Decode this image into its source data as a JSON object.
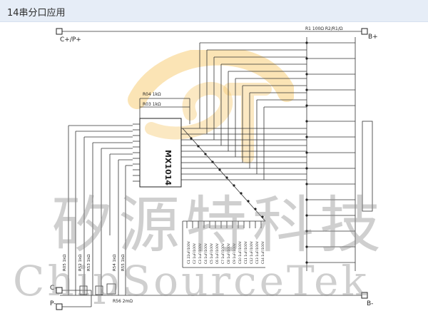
{
  "header": {
    "title": "14串分口应用"
  },
  "chip": {
    "label": "MX1014"
  },
  "terminals": {
    "c_plus": "C+/P+",
    "c_minus": "C-",
    "p_minus": "P-",
    "b_plus": "B+",
    "b_minus": "B-"
  },
  "resistor_labels": {
    "top_right": "R1   100Ω   R2/R1/Ω",
    "rh_1": "R04   1kΩ",
    "rh_2": "R03   1kΩ",
    "r_sense": "R56  2mΩ",
    "bottom_left_1": "R05  1kΩ",
    "bottom_left_2": "R52  1kΩ",
    "bottom_left_3": "R53  1kΩ",
    "bottom_left_4": "R54  1kΩ",
    "bottom_left_5": "R55  1kΩ"
  },
  "cap_labels": [
    "C1 22uF/100V",
    "C2 1uF/100V",
    "C3 1uF/100V",
    "C4 1uF/100V",
    "C5 1uF/100V",
    "C6 1uF/100V",
    "C7 1uF/100V",
    "C8 1uF/100V",
    "C9 1uF/100V",
    "C10 1uF/100V",
    "C11 1uF/100V",
    "C12 1uF/100V",
    "C13 1uF/100V",
    "C14 1uF/100V"
  ],
  "watermark": {
    "cn": "矽源特科技",
    "en": "ChipSourceTek"
  }
}
